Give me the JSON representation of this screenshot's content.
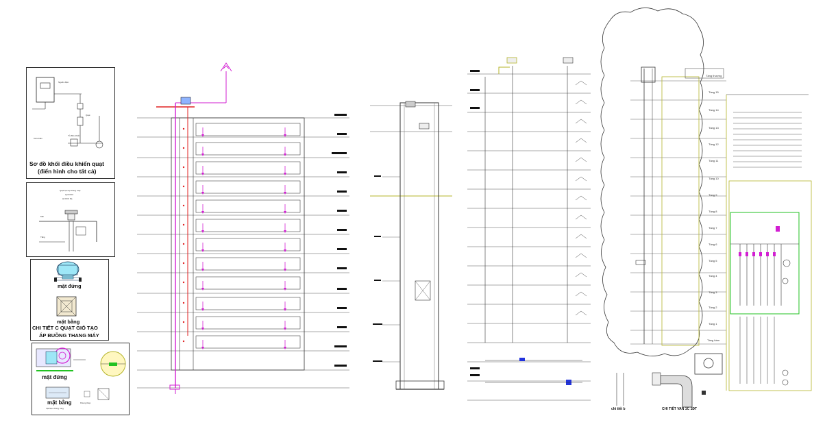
{
  "panel1": {
    "caption_line1": "Sơ đồ khối điều khiển quạt",
    "caption_line2": "(điển hình cho tất cả)"
  },
  "panel3": {
    "label_elevation": "mặt đứng",
    "label_plan": "mặt bằng",
    "title_line1": "CHI TIẾT C QUẠT GIÓ TẠO",
    "title_line2": "ÁP BUỒNG THANG MÁY"
  },
  "panel4": {
    "label_elevation": "mặt đứng",
    "label_plan": "mặt bằng"
  },
  "riser": {
    "floors": 12
  },
  "section": {
    "elevator_shaft": true
  },
  "schedule": {
    "floors": [
      "Tầng thượng",
      "Tầng 15",
      "Tầng 14",
      "Tầng 13",
      "Tầng 12",
      "Tầng 11",
      "Tầng 10",
      "Tầng 9",
      "Tầng 8",
      "Tầng 7",
      "Tầng 6",
      "Tầng 5",
      "Tầng 4",
      "Tầng 3",
      "Tầng 2",
      "Tầng 1",
      "Tầng hầm"
    ]
  },
  "detail_bottom": {
    "caption": "CHI TIẾT VAN 1C 1ĐT",
    "caption_left": "chi tiết b"
  },
  "colors": {
    "pipe": "#d21ed2",
    "ground": "#b4b428",
    "green": "#22c222",
    "blue": "#2233dd",
    "red": "#e02020"
  }
}
